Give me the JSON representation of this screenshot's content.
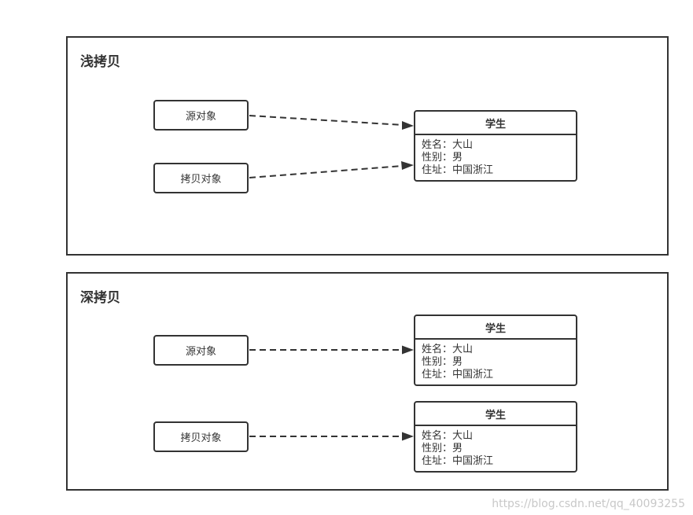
{
  "shallow": {
    "title": "浅拷贝",
    "source_label": "源对象",
    "copy_label": "拷贝对象",
    "student": {
      "header": "学生",
      "name_line": "姓名：大山",
      "gender_line": "性别：男",
      "address_line": "住址：中国浙江"
    }
  },
  "deep": {
    "title": "深拷贝",
    "source_label": "源对象",
    "copy_label": "拷贝对象",
    "student_1": {
      "header": "学生",
      "name_line": "姓名：大山",
      "gender_line": "性别：男",
      "address_line": "住址：中国浙江"
    },
    "student_2": {
      "header": "学生",
      "name_line": "姓名：大山",
      "gender_line": "性别：男",
      "address_line": "住址：中国浙江"
    }
  },
  "watermark": "https://blog.csdn.net/qq_40093255",
  "colors": {
    "stroke": "#333333",
    "text": "#333333",
    "background": "#ffffff",
    "watermark": "#c8c8c8"
  }
}
